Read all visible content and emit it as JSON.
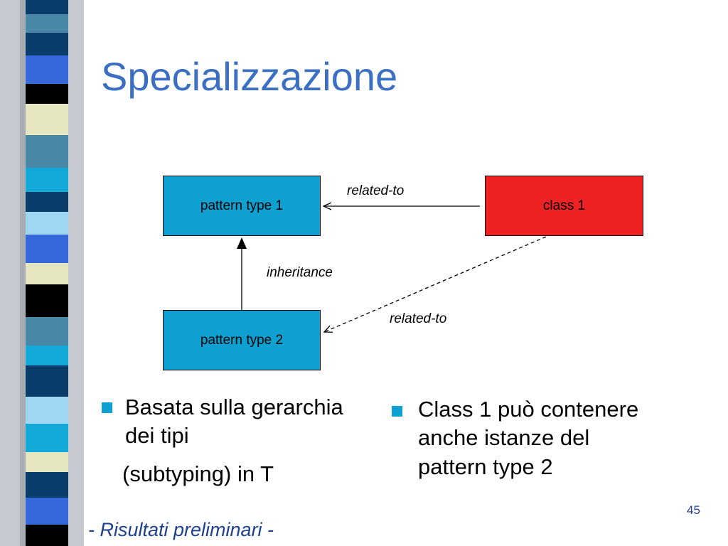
{
  "slide": {
    "title": "Specializzazione",
    "footer": "- Risultati preliminari -",
    "page_number": "45"
  },
  "diagram": {
    "nodes": {
      "pattern_type_1": "pattern type 1",
      "pattern_type_2": "pattern type 2",
      "class_1": "class 1"
    },
    "edges": {
      "related_to_1": "related-to",
      "inheritance": "inheritance",
      "related_to_2": "related-to"
    }
  },
  "bullets": {
    "left": {
      "text": "Basata sulla gerarchia dei tipi",
      "continuation": "(subtyping) in T"
    },
    "right": {
      "text": "Class 1 può contenere anche istanze del pattern type 2"
    }
  },
  "colors": {
    "title": "#3a6fc4",
    "pattern_node": "#0fa0d2",
    "class_node": "#ee2222",
    "bullet_marker": "#0fa0d2",
    "footer": "#1f3f8f"
  }
}
